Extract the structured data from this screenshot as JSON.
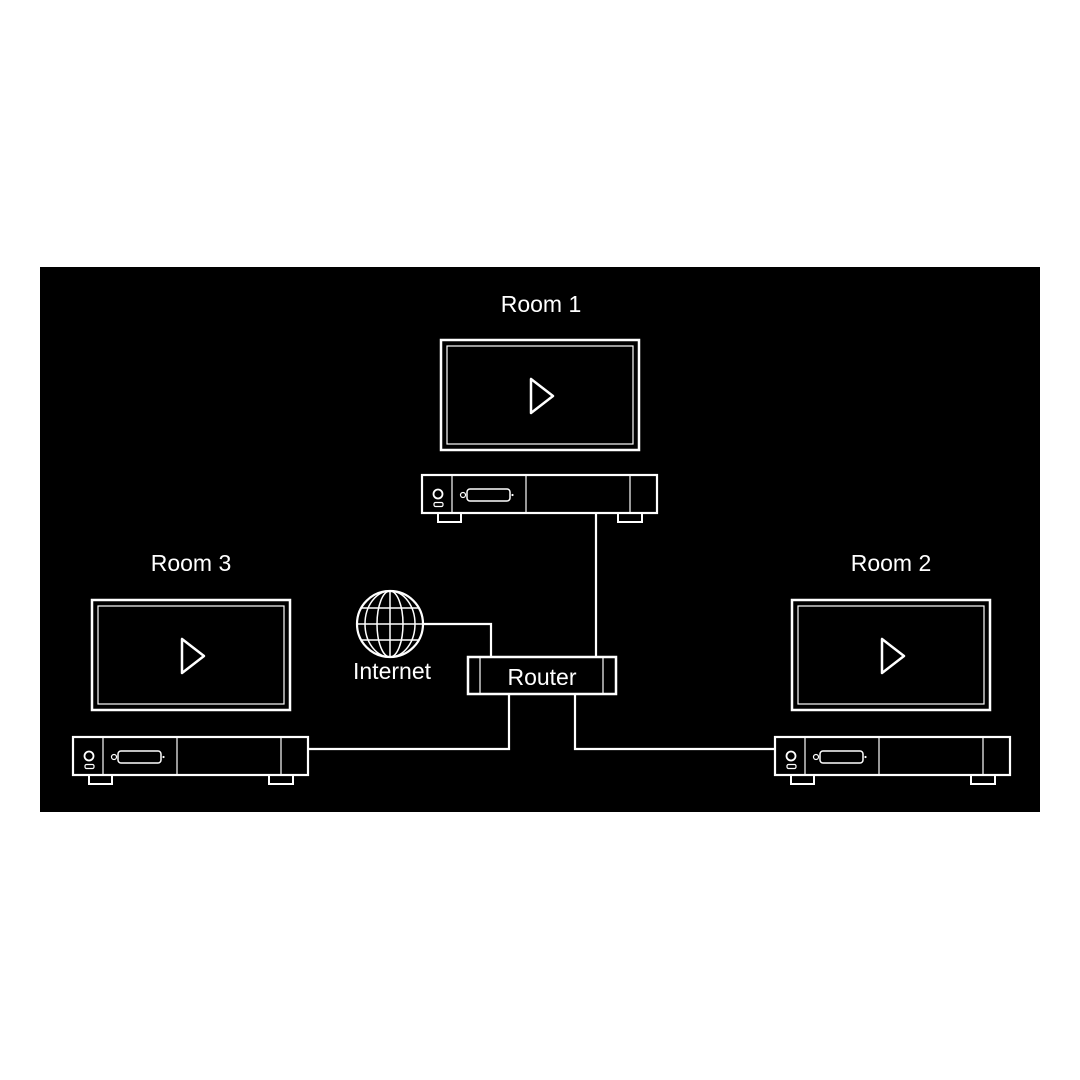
{
  "diagram": {
    "type": "home-network-multiroom-tv-diagram",
    "colors": {
      "page_background": "#ffffff",
      "diagram_background": "#000000",
      "line_color": "#ffffff",
      "text_color": "#ffffff"
    },
    "rooms": [
      {
        "label": "Room 1",
        "devices": [
          "tv-with-play-icon",
          "set-top-box-icon"
        ]
      },
      {
        "label": "Room 2",
        "devices": [
          "tv-with-play-icon",
          "set-top-box-icon"
        ]
      },
      {
        "label": "Room 3",
        "devices": [
          "tv-with-play-icon",
          "set-top-box-icon"
        ]
      }
    ],
    "internet": {
      "label": "Internet",
      "icon": "globe-icon"
    },
    "router": {
      "label": "Router",
      "icon": "router-box-icon"
    },
    "connections": [
      "room-1-set-top-box to router",
      "internet-globe to router",
      "router to room-3-set-top-box",
      "router to room-2-set-top-box"
    ]
  }
}
